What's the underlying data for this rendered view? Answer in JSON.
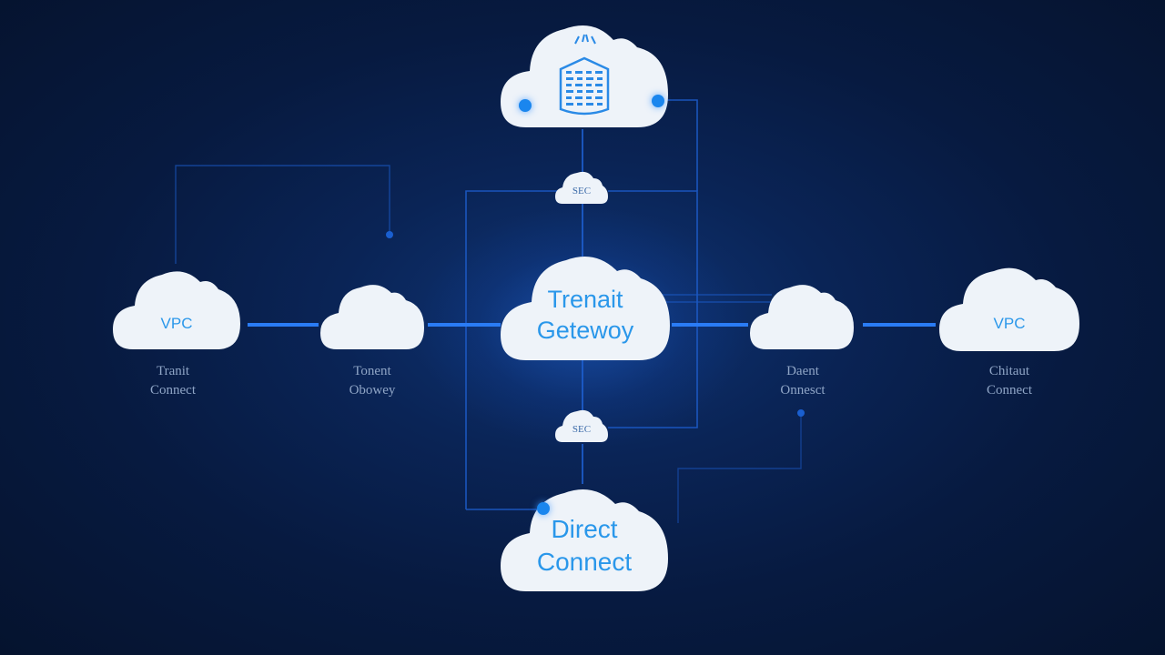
{
  "colors": {
    "background": "#071a40",
    "line": "#1e6be0",
    "cloud_fill": "#eef3f9",
    "label": "#2a97ea",
    "caption": "#8fa5c6"
  },
  "nodes": {
    "top_cloud": {
      "icon": "server-rack-icon"
    },
    "small_top": {
      "label": "SEC"
    },
    "transit_gateway": {
      "line1": "Trenait",
      "line2": "Getewoy"
    },
    "small_bottom": {
      "label": "SEC"
    },
    "direct_connect": {
      "line1": "Direct",
      "line2": "Connect"
    },
    "vpc_left": {
      "label": "VPC",
      "caption1": "Tranit",
      "caption2": "Connect"
    },
    "lightning_left": {
      "icon": "lightning-icon",
      "caption1": "Tonent",
      "caption2": "Obowey"
    },
    "lightning_right": {
      "icon": "lightning-icon",
      "caption1": "Daent",
      "caption2": "Onnesct"
    },
    "vpc_right": {
      "label": "VPC",
      "caption1": "Chitaut",
      "caption2": "Connect"
    }
  }
}
